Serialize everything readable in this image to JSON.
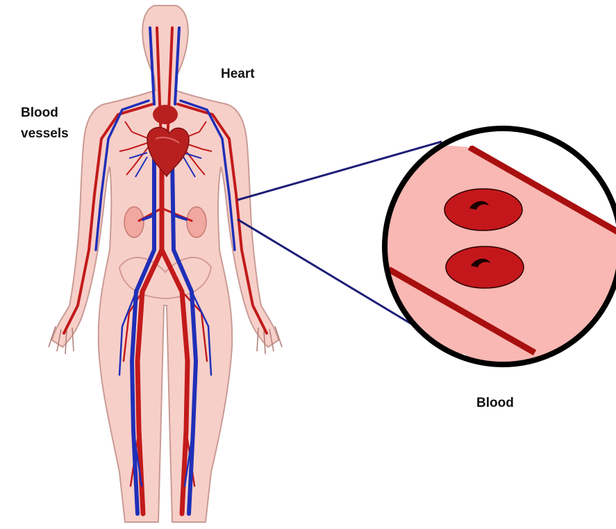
{
  "labels": {
    "heart": "Heart",
    "blood_vessels_line1": "Blood",
    "blood_vessels_line2": "vessels",
    "blood": "Blood"
  },
  "colors": {
    "skin": "#f7cfc9",
    "skin_outline": "#c99b95",
    "artery": "#c21a1a",
    "vein": "#1f2fb8",
    "organ": "#b82020",
    "kidney": "#f0a8a0",
    "plasma": "#f9b8b3",
    "vessel_wall": "#a90f0f",
    "red_cell": "#c4171c",
    "pointer_line": "#1d1d78",
    "circle_border": "#000000"
  }
}
